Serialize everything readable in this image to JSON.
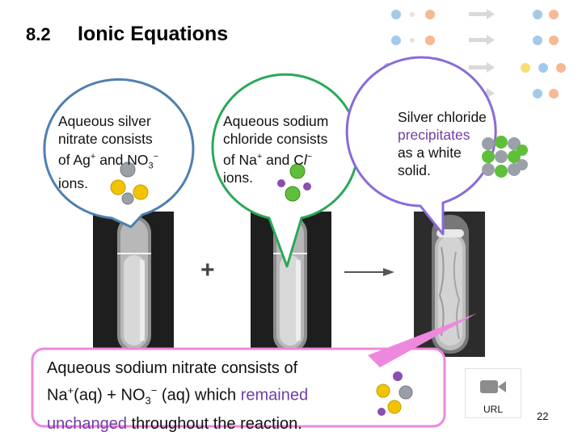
{
  "slide": {
    "section_number": "8.2",
    "title": "Ionic Equations",
    "page_number": "22"
  },
  "bubbles": {
    "silver_nitrate": {
      "line1": "Aqueous silver",
      "line2": "nitrate consists",
      "line3_pre": "of Ag",
      "line3_sup": "+",
      "line3_mid": " and NO",
      "line3_sub": "3",
      "line3_sup2": "−",
      "line4": "ions."
    },
    "sodium_chloride": {
      "line1": "Aqueous sodium",
      "line2": "chloride consists",
      "line3_pre": "of Na",
      "line3_sup": "+",
      "line3_mid": " and C",
      "line3_ital": "l",
      "line3_sup2": "−",
      "line4": "ions."
    },
    "silver_chloride": {
      "line1": "Silver chloride",
      "line2": "precipitates",
      "line3": "as a white",
      "line4": "solid."
    },
    "sodium_nitrate": {
      "part1": "Aqueous sodium nitrate consists of",
      "na": "Na",
      "na_sup": "+",
      "aq1": "(aq) + NO",
      "no3_sub": "3",
      "no3_sup": "−",
      "aq2": " (aq) which ",
      "remained": "remained",
      "unchanged": "unchanged",
      "rest": " throughout the reaction."
    }
  },
  "equation": {
    "plus": "+"
  },
  "media": {
    "video_icon": "video-camera-icon",
    "url_label": "URL"
  },
  "colors": {
    "bubble_blue": "#4f7fb0",
    "bubble_green": "#2aa858",
    "bubble_purple": "#8a6ad8",
    "bubble_pink": "#ee88dd",
    "purple_text": "#6f3fa0",
    "silver_ion": "#9aa0a8",
    "yellow_ion": "#f2c400",
    "sodium_ion": "#8a4fb0",
    "chloride_ion": "#5fbf3a"
  }
}
